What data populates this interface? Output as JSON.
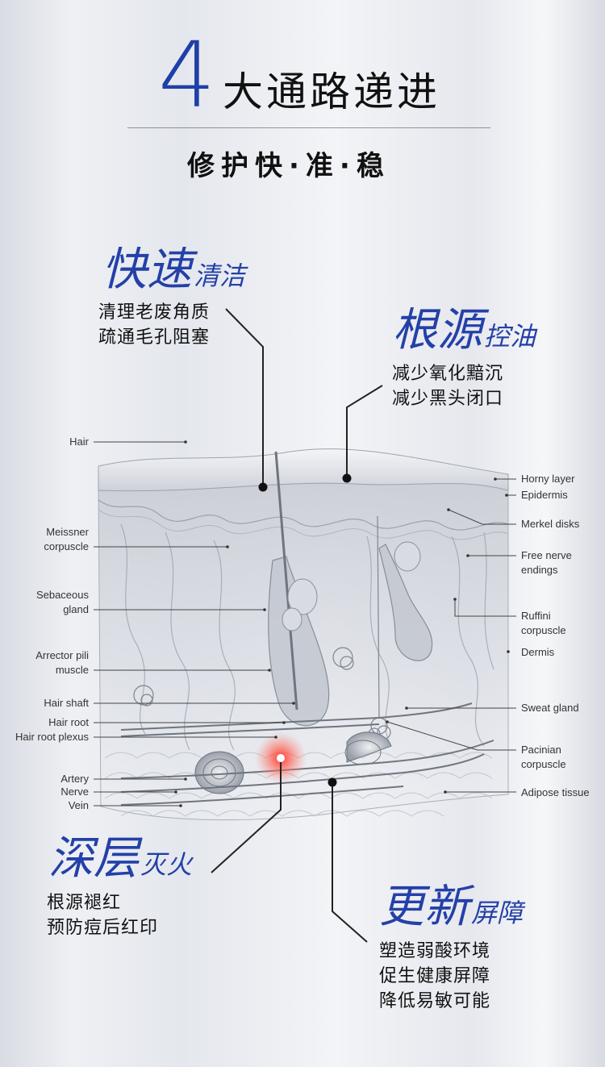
{
  "header": {
    "number": "4",
    "title": "大通路递进",
    "subtitle": "修护快·准·稳"
  },
  "callouts": {
    "clean": {
      "main": "快速",
      "sub": "清洁",
      "lines": [
        "清理老废角质",
        "疏通毛孔阻塞"
      ]
    },
    "oil": {
      "main": "根源",
      "sub": "控油",
      "lines": [
        "减少氧化黯沉",
        "减少黑头闭口"
      ]
    },
    "fire": {
      "main": "深层",
      "sub": "灭火",
      "lines": [
        "根源褪红",
        "预防痘后红印"
      ]
    },
    "barrier": {
      "main": "更新",
      "sub": "屏障",
      "lines": [
        "塑造弱酸环境",
        "促生健康屏障",
        "降低易敏可能"
      ]
    }
  },
  "diagram_labels": {
    "left": [
      "Hair",
      "Meissner",
      "corpuscle",
      "Sebaceous",
      "gland",
      "Arrector pili",
      "muscle",
      "Hair shaft",
      "Hair root",
      "Hair root plexus",
      "Artery",
      "Nerve",
      "Vein"
    ],
    "right": [
      "Horny layer",
      "Epidermis",
      "Merkel disks",
      "Free nerve",
      "endings",
      "Ruffini",
      "corpuscle",
      "Dermis",
      "Sweat gland",
      "Pacinian",
      "corpuscle",
      "Adipose tissue"
    ]
  },
  "colors": {
    "accent": "#2440a8",
    "hotspot": "#e8302f"
  }
}
